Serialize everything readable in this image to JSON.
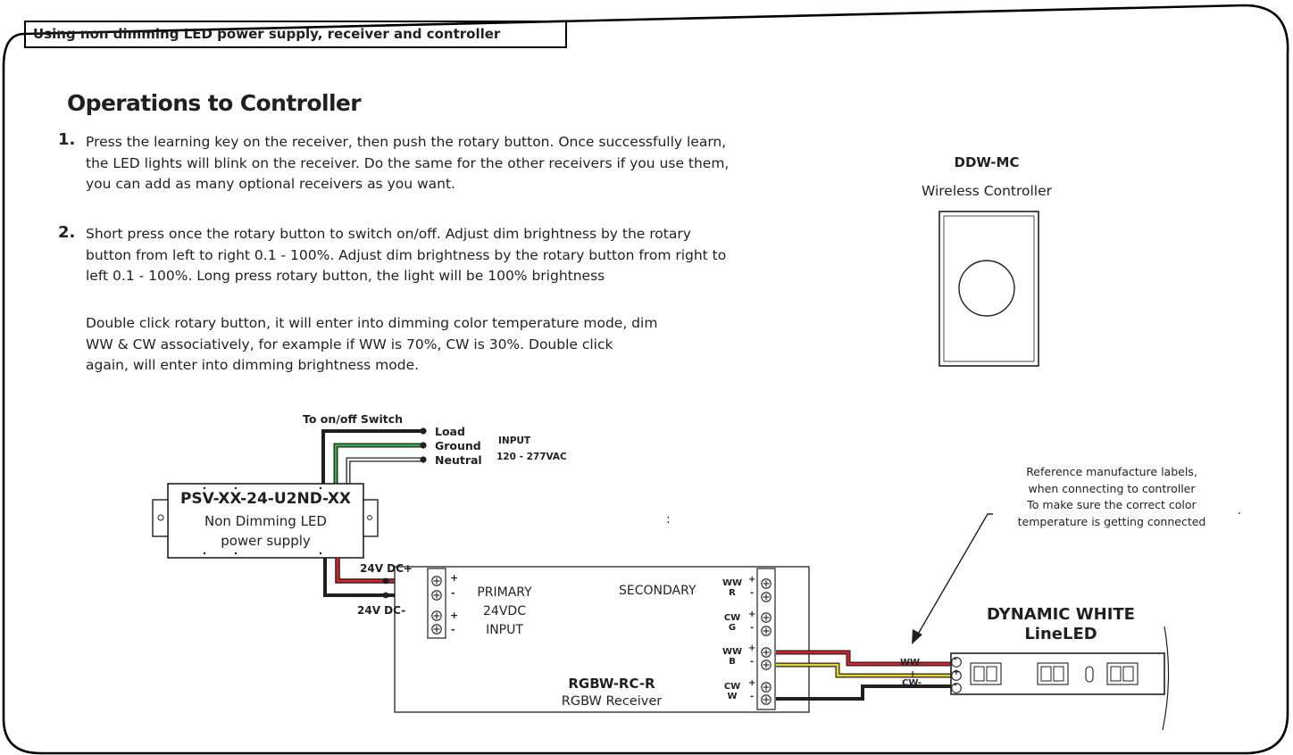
{
  "header": {
    "title": "Using non dimming LED power supply, receiver and controller"
  },
  "operations": {
    "heading": "Operations to Controller",
    "steps": [
      {
        "number": "1.",
        "lines": [
          "Press the learning key on the receiver, then push the rotary button. Once successfully learn,",
          "the LED lights will blink on the receiver. Do the same for the other receivers if you use them,",
          "you can add as many optional receivers as you want."
        ]
      },
      {
        "number": "2.",
        "lines": [
          "Short press once the rotary button to switch on/off. Adjust dim brightness by the rotary",
          "button from left to right 0.1 - 100%. Adjust dim brightness by the rotary button from right to",
          "left 0.1 - 100%. Long press rotary button, the light will be 100% brightness"
        ],
        "extra_lines": [
          "Double click rotary button, it will enter into dimming color temperature mode, dim",
          "WW & CW associatively, for example if WW is 70%, CW is 30%. Double click",
          "again, will enter into dimming  brightness mode."
        ]
      }
    ]
  },
  "controller": {
    "model": "DDW-MC",
    "name": "Wireless Controller"
  },
  "power_supply": {
    "model": "PSV-XX-24-U2ND-XX",
    "line1": "Non Dimming LED",
    "line2": "power supply",
    "switch_label": "To on/off Switch",
    "terminals": [
      "Load",
      "Ground",
      "Neutral"
    ],
    "input_label": "INPUT",
    "input_range": "120 - 277VAC",
    "dc_plus": "24V DC+",
    "dc_minus": "24V DC-"
  },
  "receiver": {
    "model": "RGBW-RC-R",
    "name": "RGBW Receiver",
    "primary": [
      "PRIMARY",
      "24VDC",
      "INPUT"
    ],
    "secondary": "SECONDARY",
    "left_signs": [
      "+",
      "-",
      "+",
      "-"
    ],
    "channels": [
      {
        "top": "WW",
        "bottom": "R"
      },
      {
        "top": "CW",
        "bottom": "G"
      },
      {
        "top": "WW",
        "bottom": "B"
      },
      {
        "top": "CW",
        "bottom": "W"
      }
    ],
    "plus": "+",
    "minus": "-"
  },
  "stray_mark": ":",
  "note_lines": [
    "Reference manufacture labels,",
    "when connecting to controller",
    "To make sure the correct color",
    "temperature is getting connected"
  ],
  "led_strip": {
    "title1": "DYNAMIC WHITE",
    "title2": "LineLED",
    "wire_labels": [
      "WW-",
      "+",
      "CW-"
    ],
    "pad_signs": [
      "-",
      "+",
      "-"
    ]
  },
  "colors": {
    "red_wire": "#e02027",
    "yellow_wire": "#e8d52d",
    "green_wire": "#35b14a",
    "ink": "#231f20"
  }
}
